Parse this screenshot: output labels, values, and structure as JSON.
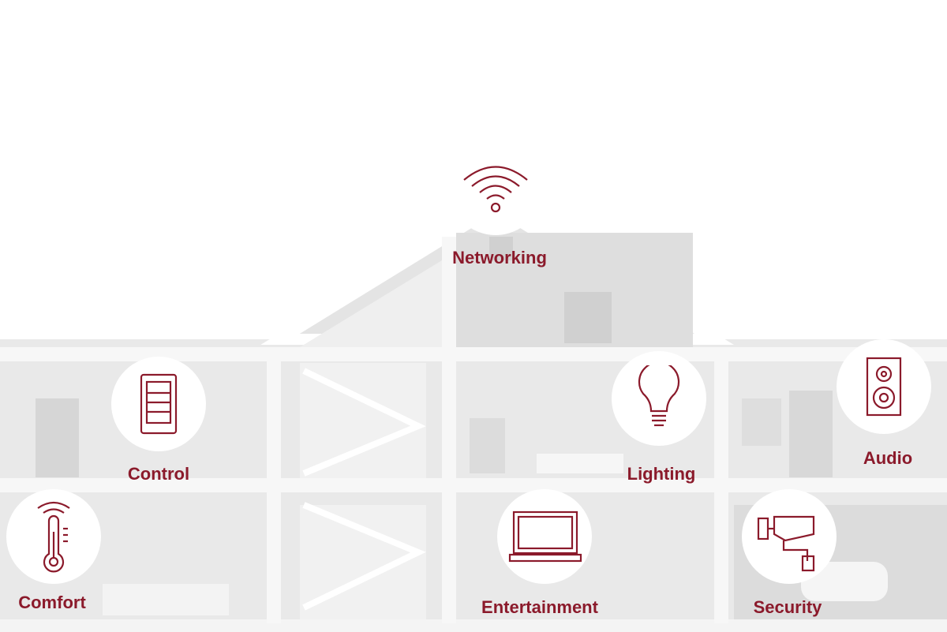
{
  "accent_color": "#8b1a2b",
  "features": [
    {
      "id": "networking",
      "label": "Networking",
      "icon": "wifi-icon"
    },
    {
      "id": "control",
      "label": "Control",
      "icon": "tablet-icon"
    },
    {
      "id": "lighting",
      "label": "Lighting",
      "icon": "light-bulb-icon"
    },
    {
      "id": "audio",
      "label": "Audio",
      "icon": "speaker-icon"
    },
    {
      "id": "comfort",
      "label": "Comfort",
      "icon": "thermometer-icon"
    },
    {
      "id": "entertainment",
      "label": "Entertainment",
      "icon": "tv-icon"
    },
    {
      "id": "security",
      "label": "Security",
      "icon": "security-camera-icon"
    }
  ]
}
